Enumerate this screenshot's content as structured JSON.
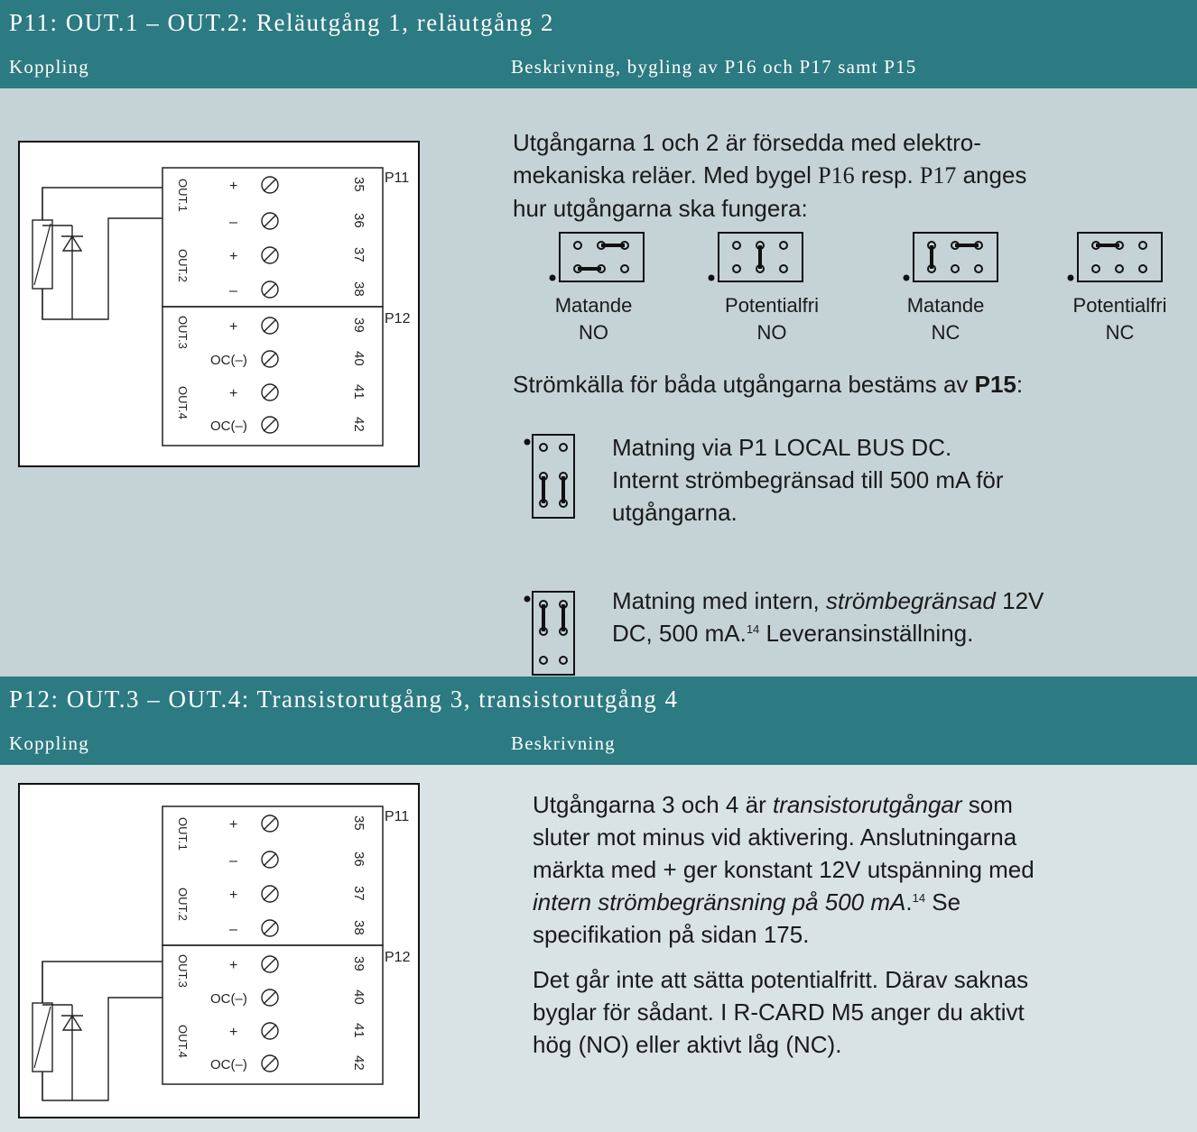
{
  "section1": {
    "title": "P11: OUT.1 – OUT.2: Reläutgång 1, reläutgång 2",
    "col_left": "Koppling",
    "col_right": "Beskrivning, bygling av P16 och P17 samt P15",
    "para1": {
      "a": "Utgångarna 1 och 2 är försedda med elektro-",
      "b": "mekaniska reläer. Med bygel ",
      "p16": "P16",
      "c": " resp. ",
      "p17": "P17",
      "d": " anges",
      "e": "hur utgångarna ska fungera:"
    },
    "jumpers": [
      {
        "line1": "Matande",
        "line2": "NO"
      },
      {
        "line1": "Potentialfri",
        "line2": "NO"
      },
      {
        "line1": "Matande",
        "line2": "NC"
      },
      {
        "line1": "Potentialfri",
        "line2": "NC"
      }
    ],
    "power_intro": "Strömkälla för båda utgångarna bestäms av ",
    "power_bold": "P15",
    "power_colon": ":",
    "option1": {
      "l1": "Matning via P1 LOCAL BUS DC.",
      "l2": "Internt strömbegränsad till 500 mA för",
      "l3": "utgångarna."
    },
    "option2": {
      "l1a": "Matning med intern, ",
      "l1b": "strömbegränsad",
      "l1c": " 12V",
      "l2a": "DC, 500 mA.",
      "l2sup": "14",
      "l2b": " Leveransinställning."
    }
  },
  "section2": {
    "title": "P12: OUT.3 – OUT.4: Transistorutgång 3, transistorutgång 4",
    "col_left": "Koppling",
    "col_right": "Beskrivning",
    "para1": {
      "l1a": "Utgångarna 3 och 4 är ",
      "l1b": "transistorutgångar",
      "l1c": " som",
      "l2": "sluter mot minus vid aktivering. Anslutningarna",
      "l3": "märkta med + ger konstant 12V utspänning med",
      "l4a": "intern strömbegränsning på 500 mA",
      "l4b": ".",
      "l4sup": "14",
      "l4c": " Se",
      "l5": "specifikation på sidan 175."
    },
    "para2": {
      "l1": "Det går inte att sätta potentialfritt. Därav saknas",
      "l2": "byglar för sådant. I R-CARD M5 anger du aktivt",
      "l3": "hög (NO) eller aktivt låg (NC)."
    }
  },
  "terminal": {
    "p11": "P11",
    "p12": "P12",
    "out1": "OUT.1",
    "out2": "OUT.2",
    "out3": "OUT.3",
    "out4": "OUT.4",
    "plus": "+",
    "minus": "–",
    "oc": "OC(–)",
    "n35": "35",
    "n36": "36",
    "n37": "37",
    "n38": "38",
    "n39": "39",
    "n40": "40",
    "n41": "41",
    "n42": "42"
  },
  "colors": {
    "header": "#2c7a82",
    "body_top": "#c5d3d7",
    "body_bottom": "#d9e3e6"
  }
}
